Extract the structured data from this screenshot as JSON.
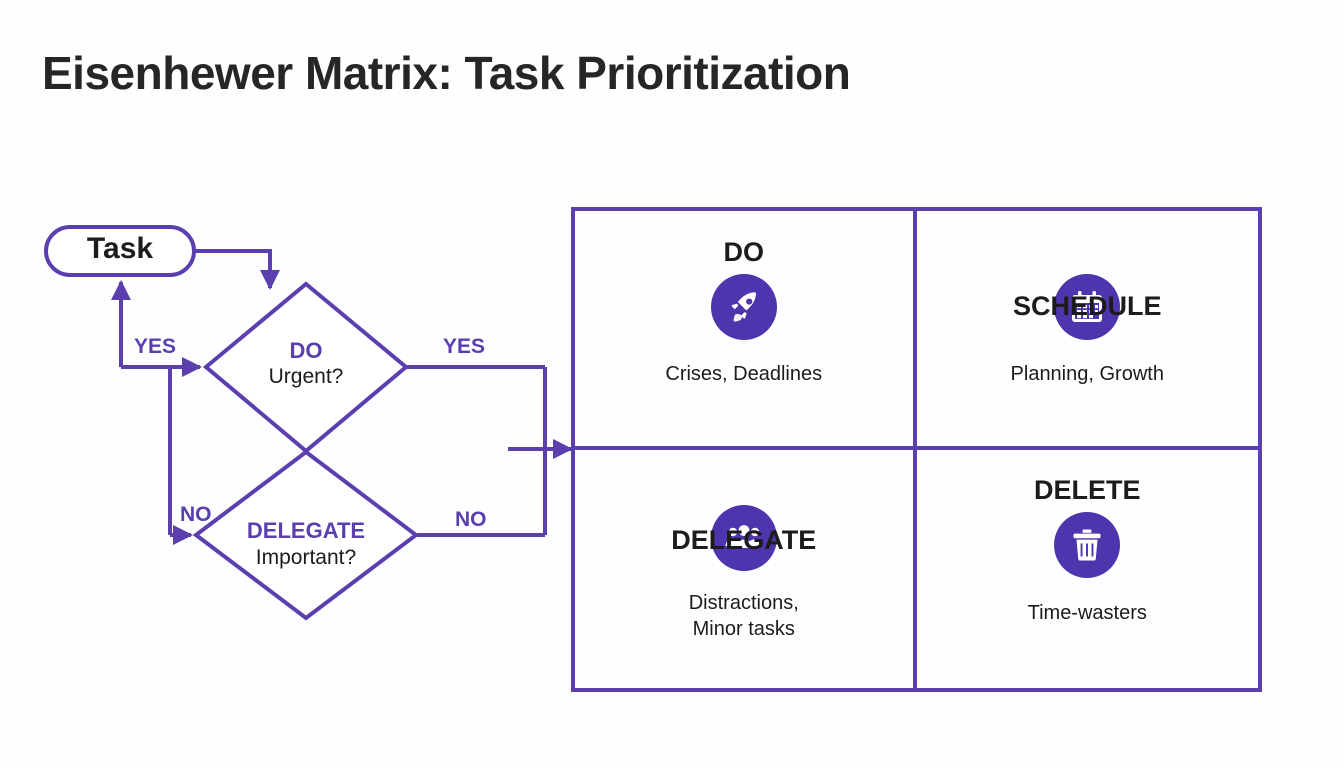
{
  "page": {
    "title": "Eisenhewer Matrix: Task Prioritization",
    "background_color": "#fdfeff",
    "accent_color": "#5b3fae",
    "icon_circle_color": "#4f35ad",
    "text_color": "#1c1c1c"
  },
  "flowchart": {
    "start_node": {
      "label": "Task",
      "shape": "stadium"
    },
    "decisions": [
      {
        "id": "do",
        "title": "DO",
        "question": "Urgent?",
        "shape": "diamond",
        "yes_label": "YES",
        "no_label": "NO"
      },
      {
        "id": "delegate",
        "title": "DELEGATE",
        "question": "Important?",
        "shape": "diamond",
        "yes_label": "YES",
        "no_label": "NO"
      }
    ],
    "branch_labels": {
      "yes_left": "YES",
      "yes_right": "YES",
      "no_left": "NO",
      "no_right": "NO"
    }
  },
  "matrix": {
    "quadrants": [
      {
        "id": "do",
        "title": "DO",
        "icon": "rocket-icon",
        "description": "Crises, Deadlines"
      },
      {
        "id": "schedule",
        "title": "SCHEDULE",
        "icon": "calendar-icon",
        "description": "Planning, Growth"
      },
      {
        "id": "delegate",
        "title": "DELEGATE",
        "icon": "people-group-icon",
        "description_lines": [
          "Distractions,",
          "Minor tasks"
        ],
        "description_line1": "Distractions,",
        "description_line2": "Minor tasks"
      },
      {
        "id": "delete",
        "title": "DELETE",
        "icon": "trash-icon",
        "description": "Time-wasters"
      }
    ]
  }
}
